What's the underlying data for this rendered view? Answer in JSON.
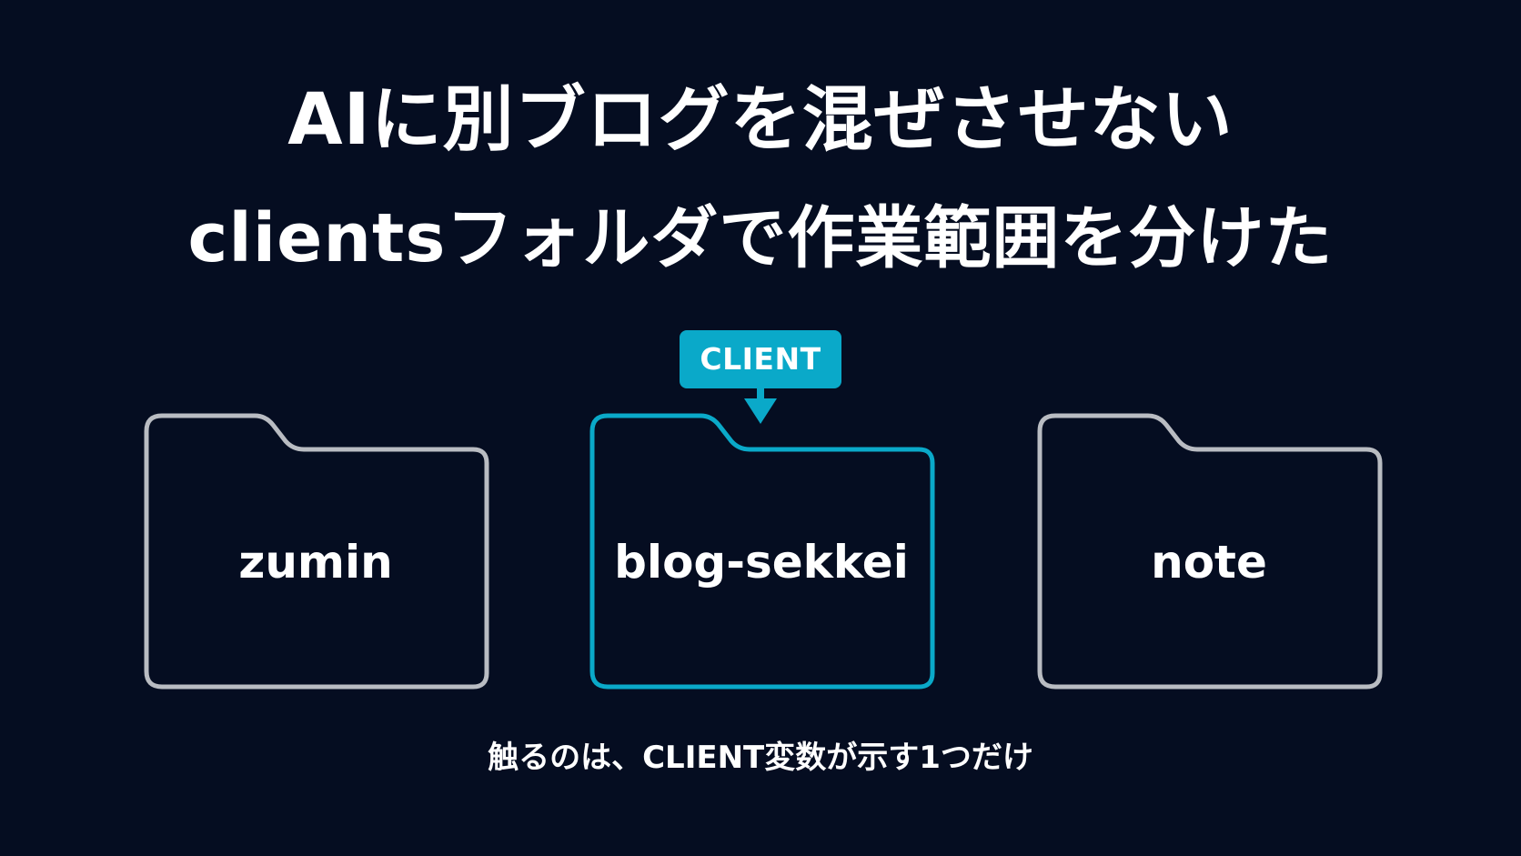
{
  "title": {
    "line1": "AIに別ブログを混ぜさせない",
    "line2": "clientsフォルダで作業範囲を分けた"
  },
  "client_tag": {
    "label": "CLIENT"
  },
  "folders": [
    {
      "label": "zumin",
      "highlighted": false
    },
    {
      "label": "blog-sekkei",
      "highlighted": true
    },
    {
      "label": "note",
      "highlighted": false
    }
  ],
  "caption": "触るのは、CLIENT変数が示す1つだけ",
  "colors": {
    "background": "#050d21",
    "accent": "#0aa9c9",
    "folder_outline": "#b9bcc2",
    "text": "#ffffff"
  }
}
